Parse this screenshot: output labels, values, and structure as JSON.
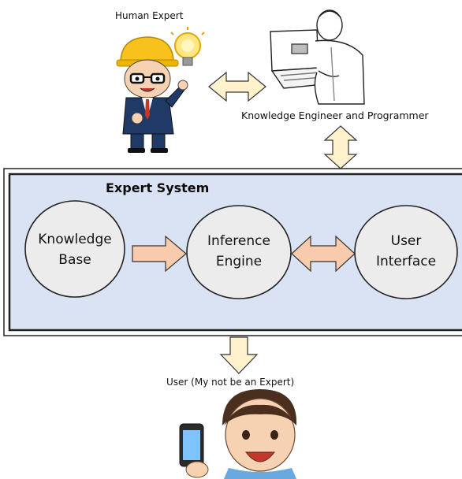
{
  "labels": {
    "human_expert": "Human Expert",
    "engineer": "Knowledge Engineer and Programmer",
    "user": "User (My not be an Expert)"
  },
  "system": {
    "title": "Expert System",
    "components": [
      {
        "line1": "Knowledge",
        "line2": "Base"
      },
      {
        "line1": "Inference",
        "line2": "Engine"
      },
      {
        "line1": "User",
        "line2": "Interface"
      }
    ]
  },
  "colors": {
    "system_fill": "#dae3f3",
    "node_fill": "#ececec",
    "arrow_pink": "#f8cbad",
    "arrow_yellow": "#fff2cc"
  }
}
